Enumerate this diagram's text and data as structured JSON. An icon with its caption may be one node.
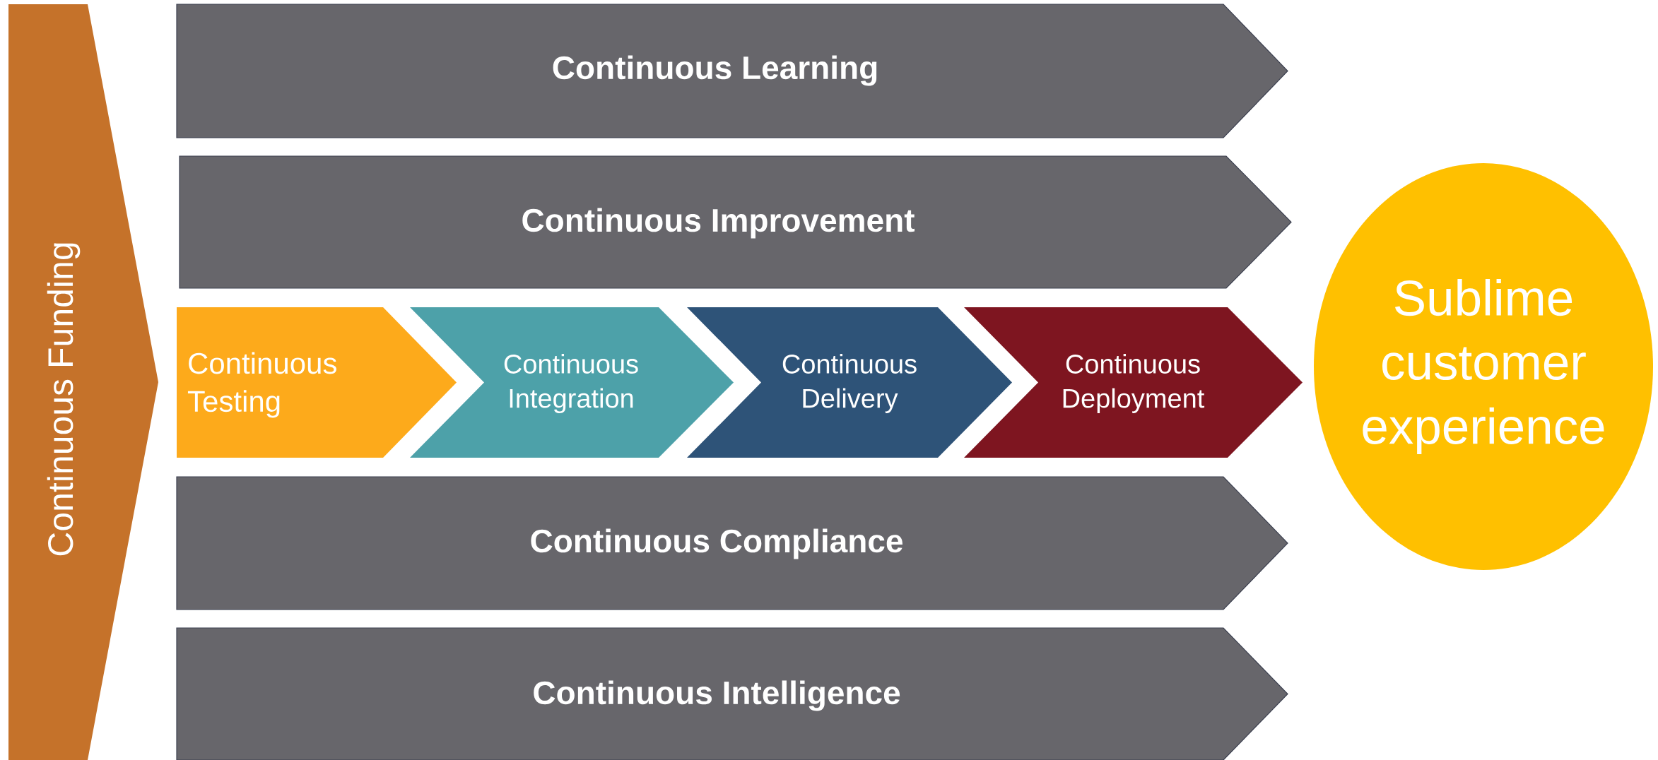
{
  "diagram": {
    "nodes": [
      {
        "text": [
          "Continuous Funding"
        ]
      },
      {
        "text": [
          "Continuous Learning"
        ]
      },
      {
        "text": [
          "Continuous Improvement"
        ]
      },
      {
        "text": [
          "Continuous Testing"
        ]
      },
      {
        "text": [
          "Continuous Integration"
        ]
      },
      {
        "text": [
          "Continuous Delivery"
        ]
      },
      {
        "text": [
          "Continuous Deployment"
        ]
      },
      {
        "text": [
          "Continuous Compliance"
        ]
      },
      {
        "text": [
          "Continuous Intelligence"
        ]
      },
      {
        "text": [
          "Sublime customer experience"
        ]
      }
    ]
  }
}
